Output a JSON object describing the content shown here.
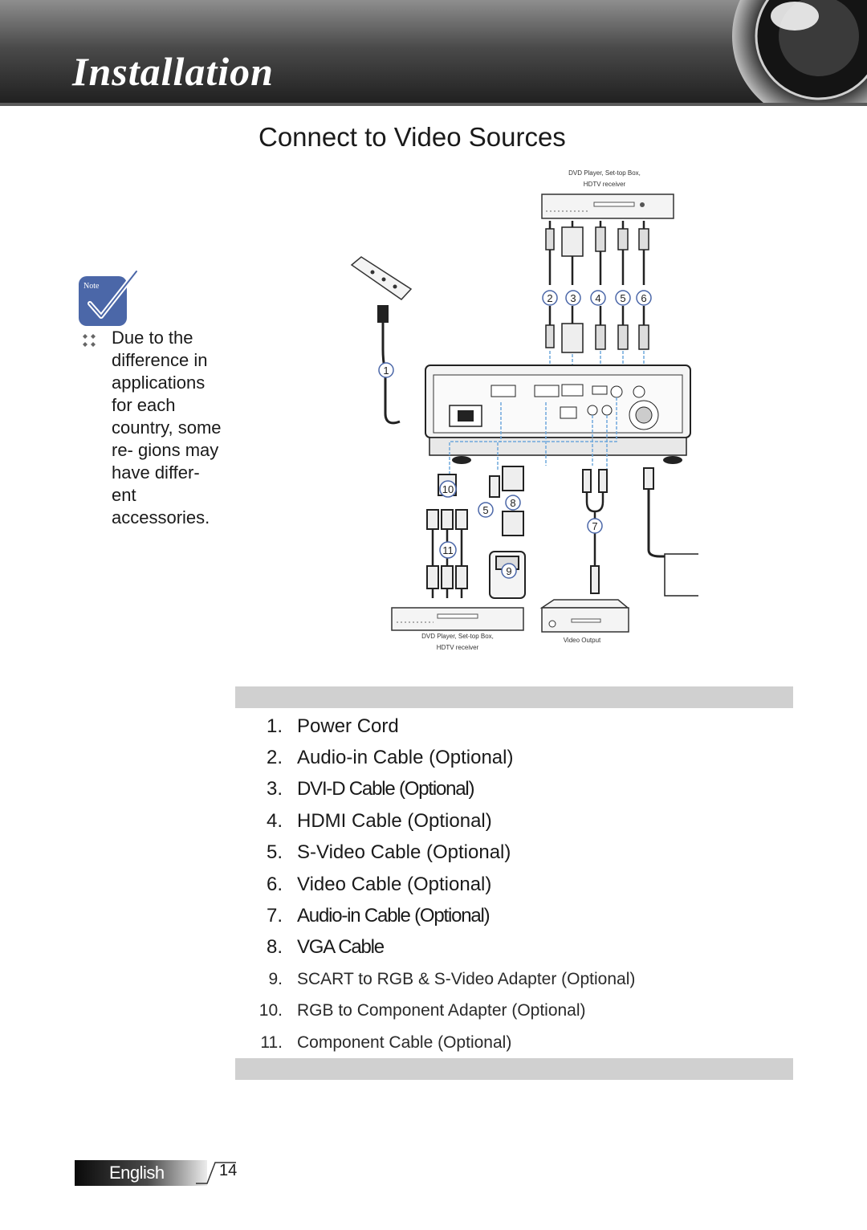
{
  "header": {
    "title": "Installation"
  },
  "section": {
    "title": "Connect to Video Sources"
  },
  "note": {
    "badge": "Note",
    "text": "Due to the difference in applications for each country, some re- gions may have differ- ent accessories."
  },
  "diagram": {
    "top_device_label_1": "DVD Player, Set-top Box,",
    "top_device_label_2": "HDTV receiver",
    "bottom_left_label_1": "DVD Player, Set-top Box,",
    "bottom_left_label_2": "HDTV receiver",
    "bottom_right_label": "Video Output",
    "callouts": [
      "1",
      "2",
      "3",
      "4",
      "5",
      "6",
      "5",
      "8",
      "7",
      "10",
      "11",
      "9"
    ]
  },
  "items": [
    {
      "num": "1.",
      "label": "Power Cord"
    },
    {
      "num": "2.",
      "label": "Audio-in Cable (Optional)"
    },
    {
      "num": "3.",
      "label": "DVI-D Cable (Optional)"
    },
    {
      "num": "4.",
      "label": "HDMI Cable (Optional)"
    },
    {
      "num": "5.",
      "label": "S-Video Cable (Optional)"
    },
    {
      "num": "6.",
      "label": "Video Cable (Optional)"
    },
    {
      "num": "7.",
      "label": "Audio-in Cable (Optional)"
    },
    {
      "num": "8.",
      "label": "VGA Cable"
    },
    {
      "num": "9.",
      "label": "SCART to RGB & S-Video Adapter (Optional)"
    },
    {
      "num": "10.",
      "label": "RGB to Component Adapter (Optional)"
    },
    {
      "num": "11.",
      "label": "Component Cable (Optional)"
    }
  ],
  "footer": {
    "language": "English",
    "page": "14"
  }
}
